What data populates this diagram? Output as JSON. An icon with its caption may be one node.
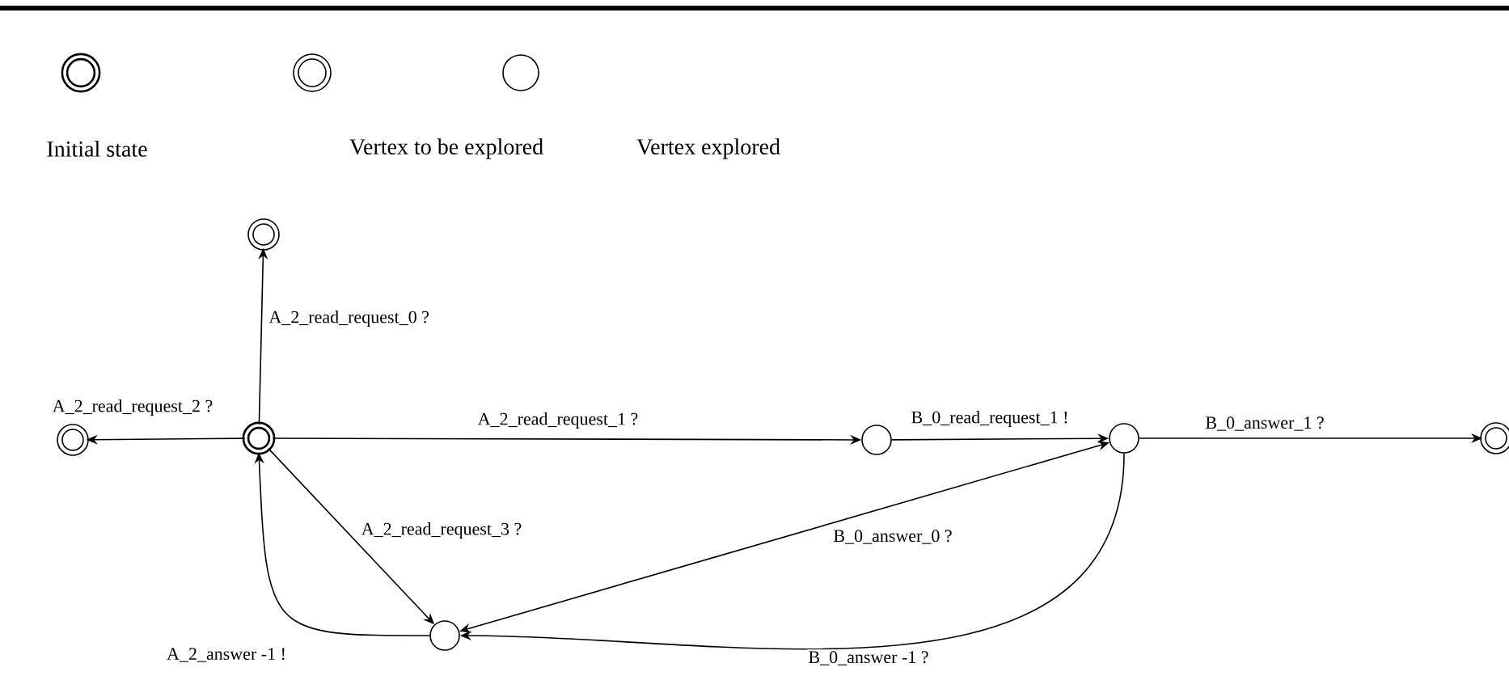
{
  "diagram": {
    "nodes": [
      {
        "text": [],
        "shape": "thick-double-circle"
      },
      {
        "text": [],
        "shape": "double-circle"
      },
      {
        "text": [],
        "shape": "double-circle"
      },
      {
        "text": [],
        "shape": "circle"
      },
      {
        "text": [],
        "shape": "circle"
      },
      {
        "text": [],
        "shape": "double-circle"
      },
      {
        "text": [],
        "shape": "circle"
      }
    ],
    "edges": [
      {
        "from": 0,
        "to": 1,
        "arrow": "to",
        "label": "A_2_read_request_0 ?"
      },
      {
        "from": 0,
        "to": 2,
        "arrow": "to",
        "label": "A_2_read_request_2 ?"
      },
      {
        "from": 0,
        "to": 3,
        "arrow": "to",
        "label": "A_2_read_request_1 ?"
      },
      {
        "from": 3,
        "to": 4,
        "arrow": "to",
        "label": "B_0_read_request_1 !"
      },
      {
        "from": 4,
        "to": 5,
        "arrow": "to",
        "label": "B_0_answer_1 ?"
      },
      {
        "from": 0,
        "to": 6,
        "arrow": "to",
        "label": "A_2_read_request_3 ?"
      },
      {
        "from": 6,
        "to": 0,
        "arrow": "to",
        "label": "A_2_answer -1 !"
      },
      {
        "from": 4,
        "to": 6,
        "arrow": "both",
        "label": "B_0_answer_0 ?"
      },
      {
        "from": 4,
        "to": 6,
        "arrow": "to",
        "label": "B_0_answer -1 ?"
      }
    ],
    "legend": [
      {
        "text": "Initial state"
      },
      {
        "text": "Vertex to be explored"
      },
      {
        "text": "Vertex explored"
      }
    ]
  }
}
